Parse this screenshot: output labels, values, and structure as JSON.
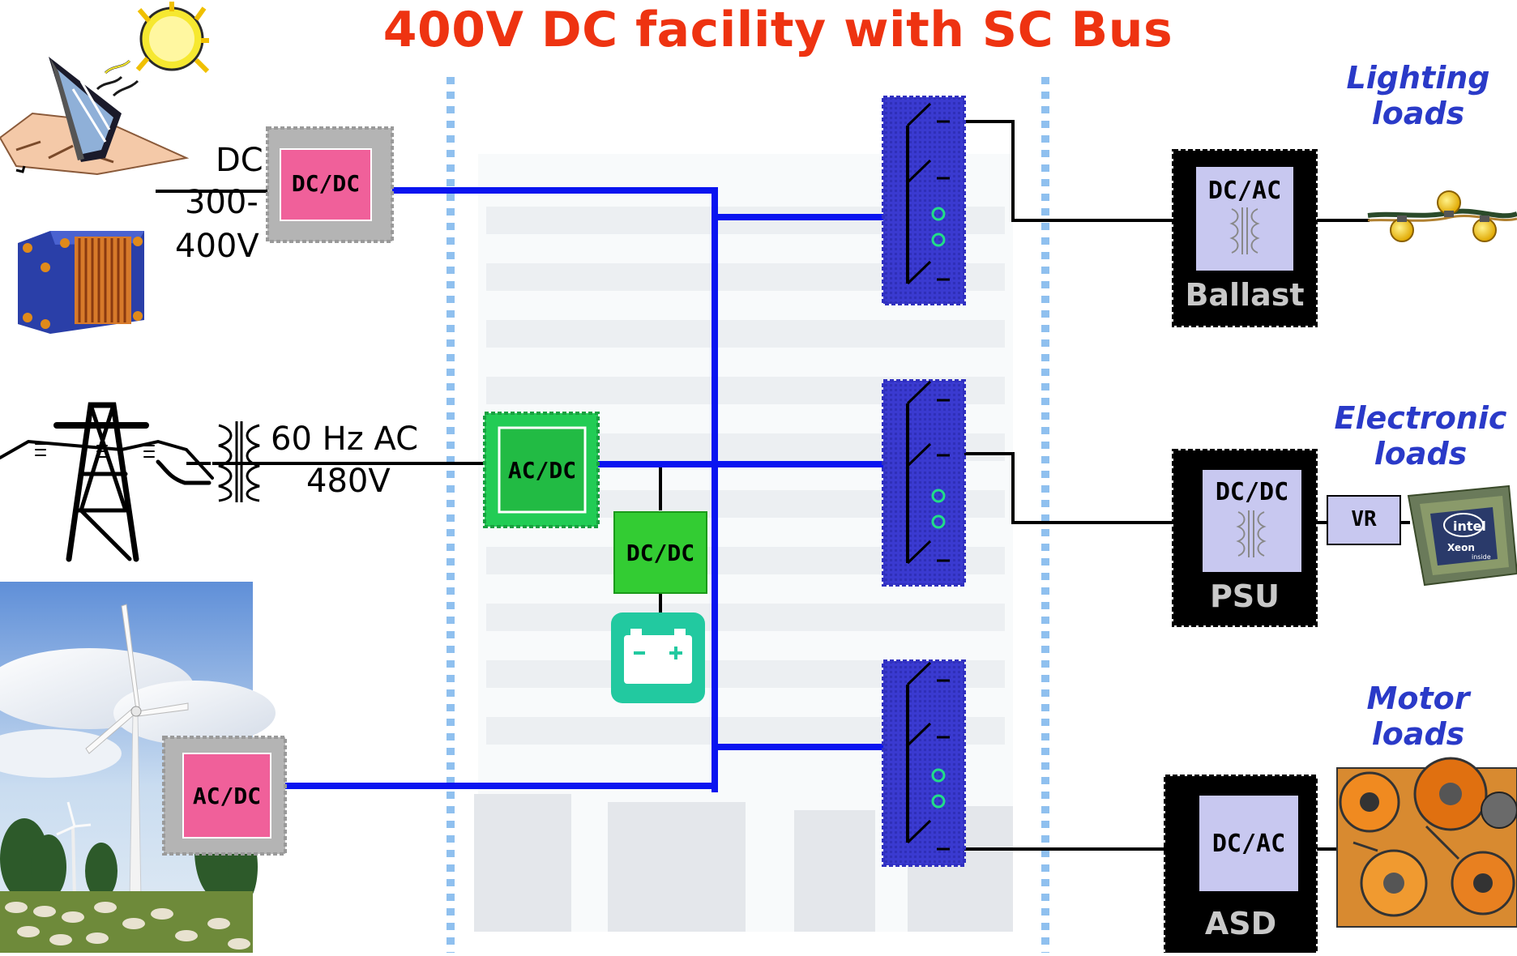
{
  "title": "400V DC facility with SC Bus",
  "load_groups": {
    "lighting": [
      "Lighting",
      "loads"
    ],
    "electronic": [
      "Electronic",
      "loads"
    ],
    "motor": [
      "Motor",
      "loads"
    ]
  },
  "sources": {
    "dc_input": [
      "DC",
      "300-",
      "400V"
    ],
    "ac_input": [
      "60 Hz AC",
      "480V"
    ]
  },
  "converters": {
    "source_dc_dc": "DC/DC",
    "grid_ac_dc": "AC/DC",
    "battery_dc_dc": "DC/DC",
    "wind_ac_dc": "AC/DC"
  },
  "load_converters": {
    "ballast": {
      "label": "DC/AC",
      "caption": "Ballast"
    },
    "psu": {
      "label": "DC/DC",
      "caption": "PSU"
    },
    "asd": {
      "label": "DC/AC",
      "caption": "ASD"
    },
    "vr": "VR"
  },
  "cpu_chip": {
    "brand": "intel",
    "model": "Xeon",
    "tag": "inside"
  },
  "colors": {
    "title": "#ee3311",
    "load_label": "#2a3ac8",
    "bus": "#0a14f0",
    "breaker_panel": "#3535c8",
    "pink_converter": "#f0609a",
    "green_converter": "#22cc55",
    "battery": "#22c9a0",
    "boundary": "#8fc0ef"
  },
  "icons": [
    "sun-icon",
    "solar-panel-icon",
    "fuel-cell-icon",
    "transmission-tower-icon",
    "transformer-icon",
    "battery-icon",
    "lamp-icon",
    "cpu-chip-icon",
    "gears-icon",
    "wind-turbine-photo"
  ]
}
